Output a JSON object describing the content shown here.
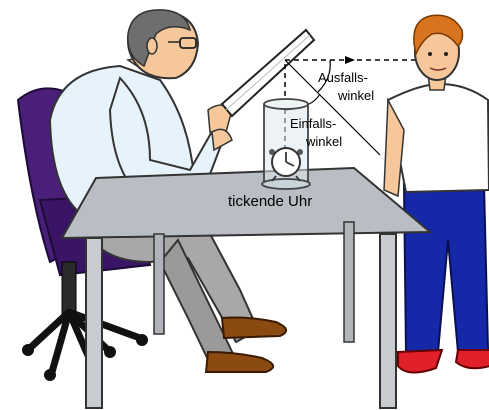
{
  "labels": {
    "reflection_angle_line1": "Ausfalls-",
    "reflection_angle_line2": "winkel",
    "incidence_angle_line1": "Einfalls-",
    "incidence_angle_line2": "winkel",
    "clock_caption": "tickende Uhr"
  },
  "colors": {
    "chair": "#4a1f7a",
    "shirt_man": "#e6f3fa",
    "trousers_man": "#a8a8a8",
    "shoes": "#8a4a10",
    "table_top": "#b9bec4",
    "table_legs": "#c8cbd0",
    "jeans_boy": "#1428a8",
    "boy_shirt": "#ffffff",
    "boy_shoes": "#e0202a",
    "skin": "#f6c79a",
    "hair_boy": "#d8731e",
    "hair_man": "#6e6e6e",
    "clock_glass": "#dfe8ee"
  },
  "icons": [
    "chair-icon",
    "man-figure",
    "boy-figure",
    "table-icon",
    "glass-cylinder-icon",
    "clock-icon",
    "reflector-board-icon",
    "sound-ray-arrow"
  ]
}
